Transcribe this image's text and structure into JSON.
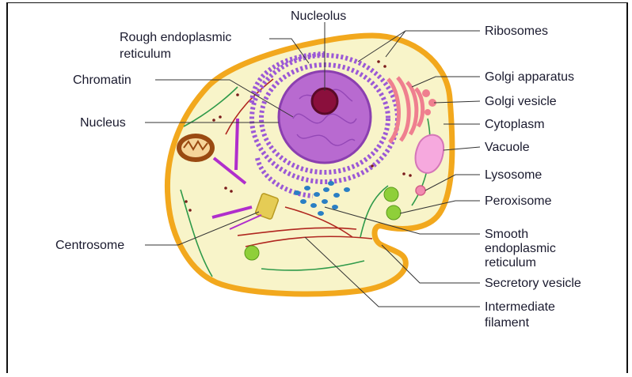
{
  "labels": {
    "nucleolus": "Nucleolus",
    "rough_er": [
      "Rough endoplasmic",
      "reticulum"
    ],
    "chromatin": "Chromatin",
    "nucleus": "Nucleus",
    "centrosome": "Centrosome",
    "ribosomes": "Ribosomes",
    "golgi_apparatus": "Golgi apparatus",
    "golgi_vesicle": "Golgi vesicle",
    "cytoplasm": "Cytoplasm",
    "vacuole": "Vacuole",
    "lysosome": "Lysosome",
    "peroxisome": "Peroxisome",
    "smooth_er": [
      "Smooth",
      "endoplasmic",
      "reticulum"
    ],
    "secretory_vesicle": "Secretory vesicle",
    "intermediate_filament": [
      "Intermediate",
      "filament"
    ]
  },
  "colors": {
    "membrane": "#f2a81d",
    "cytoplasm": "#f8f4c9",
    "nucleus": "#b86ad0",
    "nucleolus": "#8a0f3c",
    "er": "#9b59d6",
    "golgi": "#ef7f8f",
    "mitochondrion": "#9a4a12",
    "smooth_er": "#2a7fc4",
    "peroxisome": "#8fcf3a",
    "lysosome": "#f28bb0",
    "leader_line": "#333333"
  }
}
